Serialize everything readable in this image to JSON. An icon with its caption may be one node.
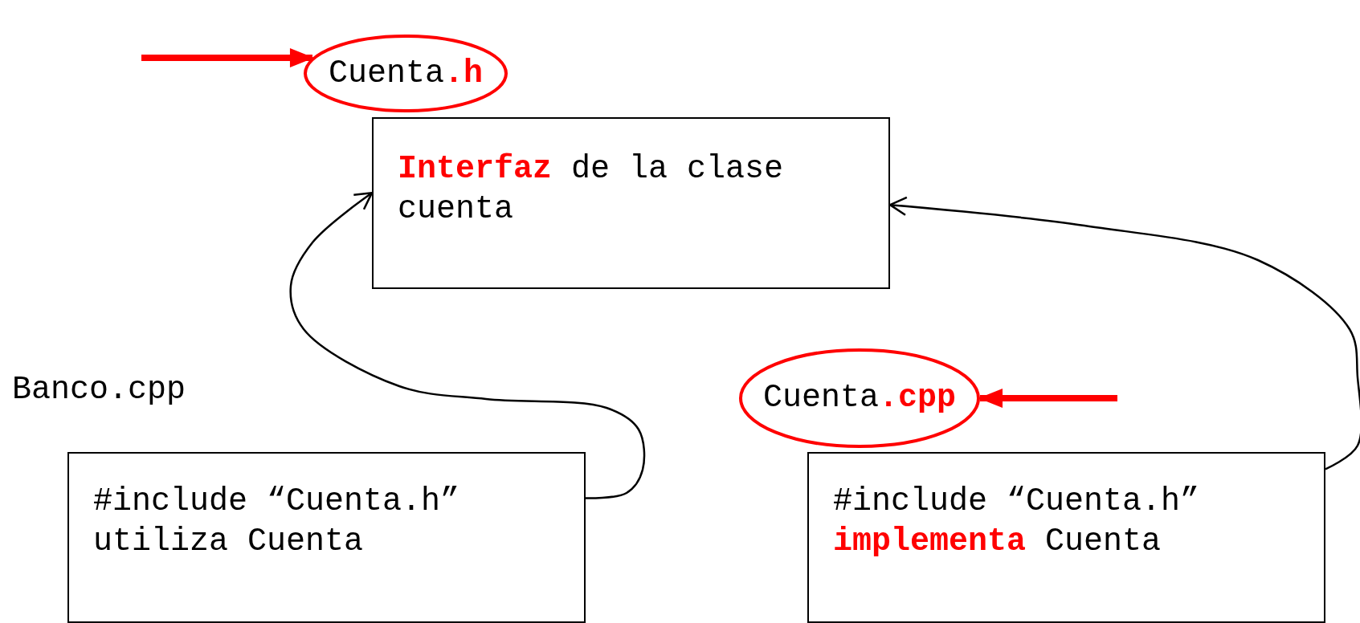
{
  "diagram": {
    "nodes": [
      {
        "text": [
          "Cuenta**.h**"
        ]
      },
      {
        "text": [
          "**Interfaz** de la clase cuenta"
        ]
      },
      {
        "text": [
          "#include “Cuenta.h” utiliza Cuenta"
        ]
      },
      {
        "text": [
          "Cuenta**.cpp**"
        ]
      },
      {
        "text": [
          "#include “Cuenta.h” **implementa** Cuenta"
        ]
      }
    ],
    "edges": [
      {
        "from": null,
        "to": 0,
        "arrow": "to",
        "style": "thick",
        "color": "#ff0000"
      },
      {
        "from": 2,
        "to": 1,
        "arrow": "to",
        "color": "#000000"
      },
      {
        "from": 4,
        "to": 1,
        "arrow": "to",
        "color": "#000000"
      },
      {
        "from": null,
        "to": 3,
        "arrow": "to",
        "style": "thick",
        "color": "#ff0000"
      }
    ],
    "labels": [
      "Banco.cpp"
    ]
  }
}
